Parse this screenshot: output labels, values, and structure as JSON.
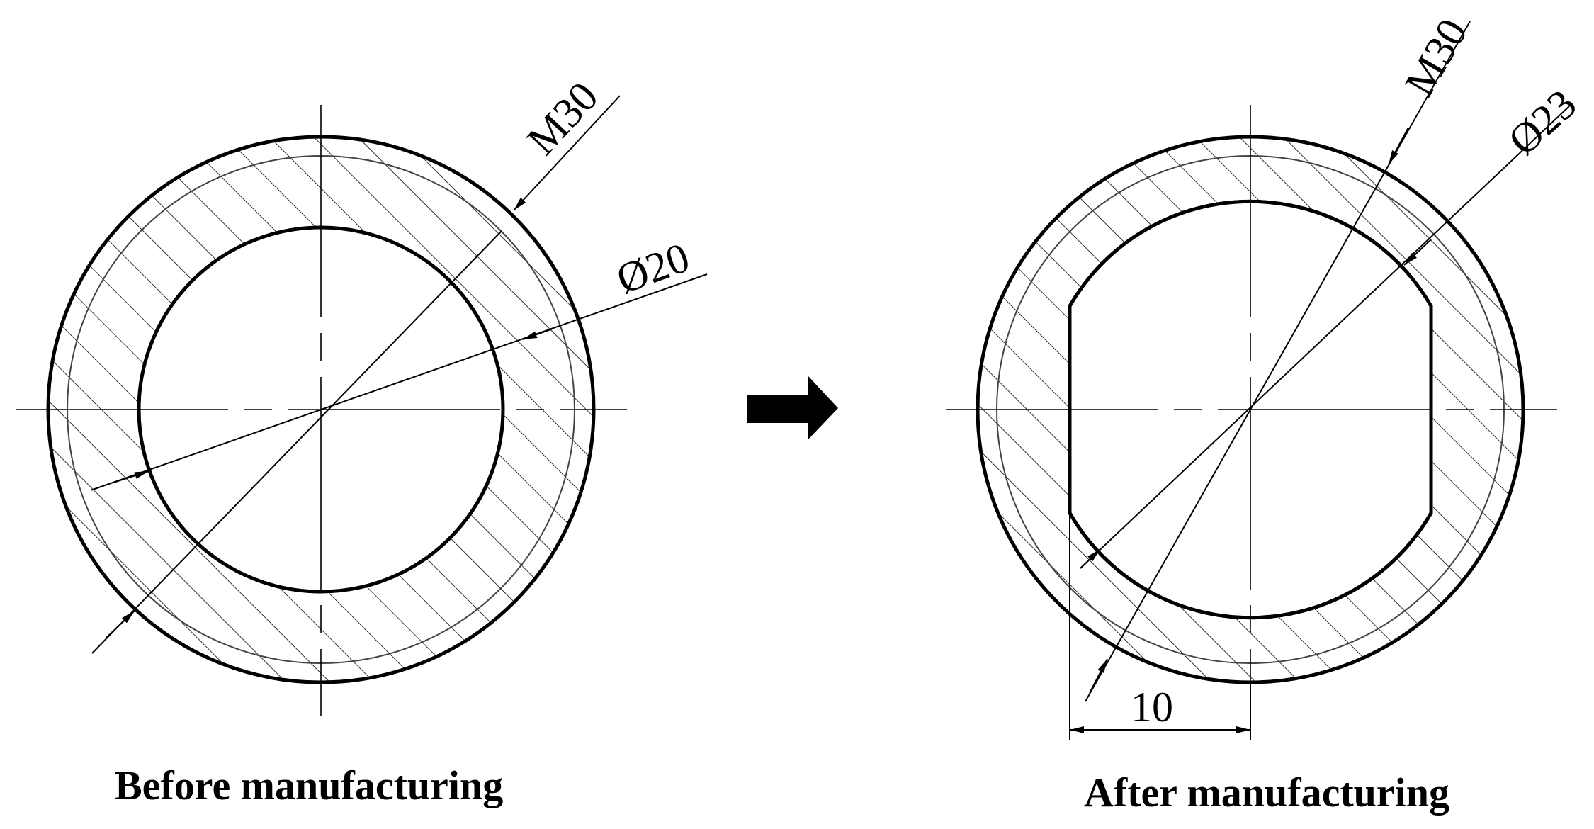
{
  "before": {
    "caption": "Before manufacturing",
    "thread_label": "M30",
    "bore_label": "Ø20"
  },
  "after": {
    "caption": "After manufacturing",
    "thread_label": "M30",
    "bore_label": "Ø23",
    "flat_width_label": "10"
  },
  "colors": {
    "line": "#000000",
    "thin_line": "#333333",
    "background": "#ffffff"
  },
  "transition_icon": "right-arrow-icon"
}
